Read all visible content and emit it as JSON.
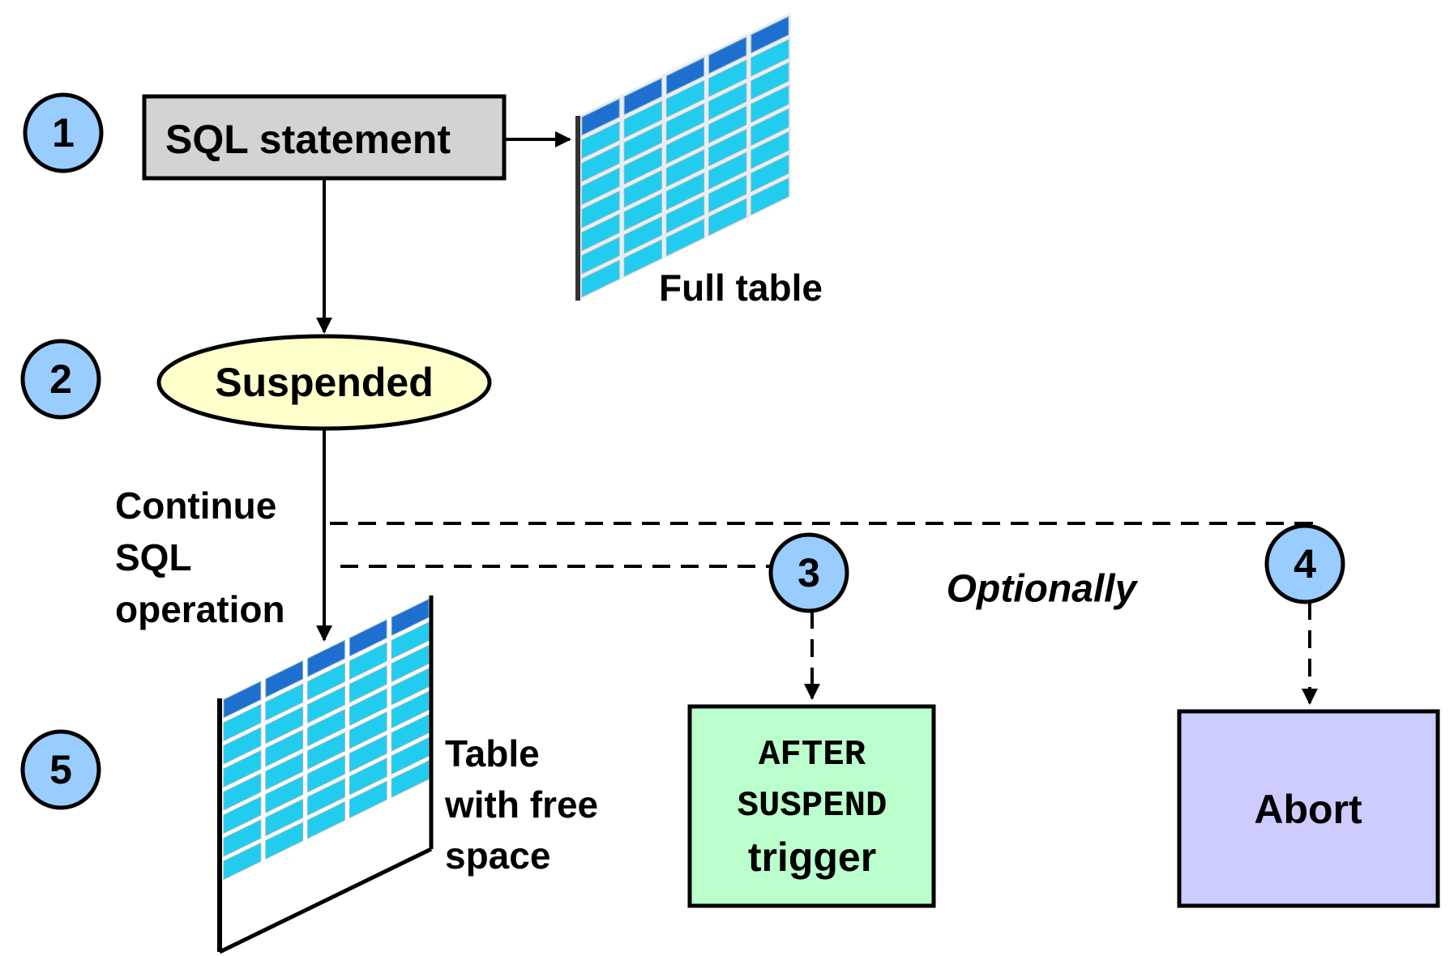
{
  "steps": {
    "s1": "1",
    "s2": "2",
    "s3": "3",
    "s4": "4",
    "s5": "5"
  },
  "nodes": {
    "sql_statement": "SQL statement",
    "suspended": "Suspended",
    "full_table": "Full table",
    "continue_lines": [
      "Continue",
      "SQL",
      "operation"
    ],
    "optionally": "Optionally",
    "trigger_lines": [
      "AFTER",
      "SUSPEND",
      "trigger"
    ],
    "abort": "Abort",
    "free_space_lines": [
      "Table",
      "with free",
      "space"
    ]
  },
  "colors": {
    "step_circle": "#99ccff",
    "sql_box": "#d3d3d3",
    "suspended_ellipse": "#ffffcc",
    "trigger_box": "#bbffcc",
    "abort_box": "#ccccff",
    "table_header": "#1f6fd0",
    "table_cell": "#22ccee"
  }
}
